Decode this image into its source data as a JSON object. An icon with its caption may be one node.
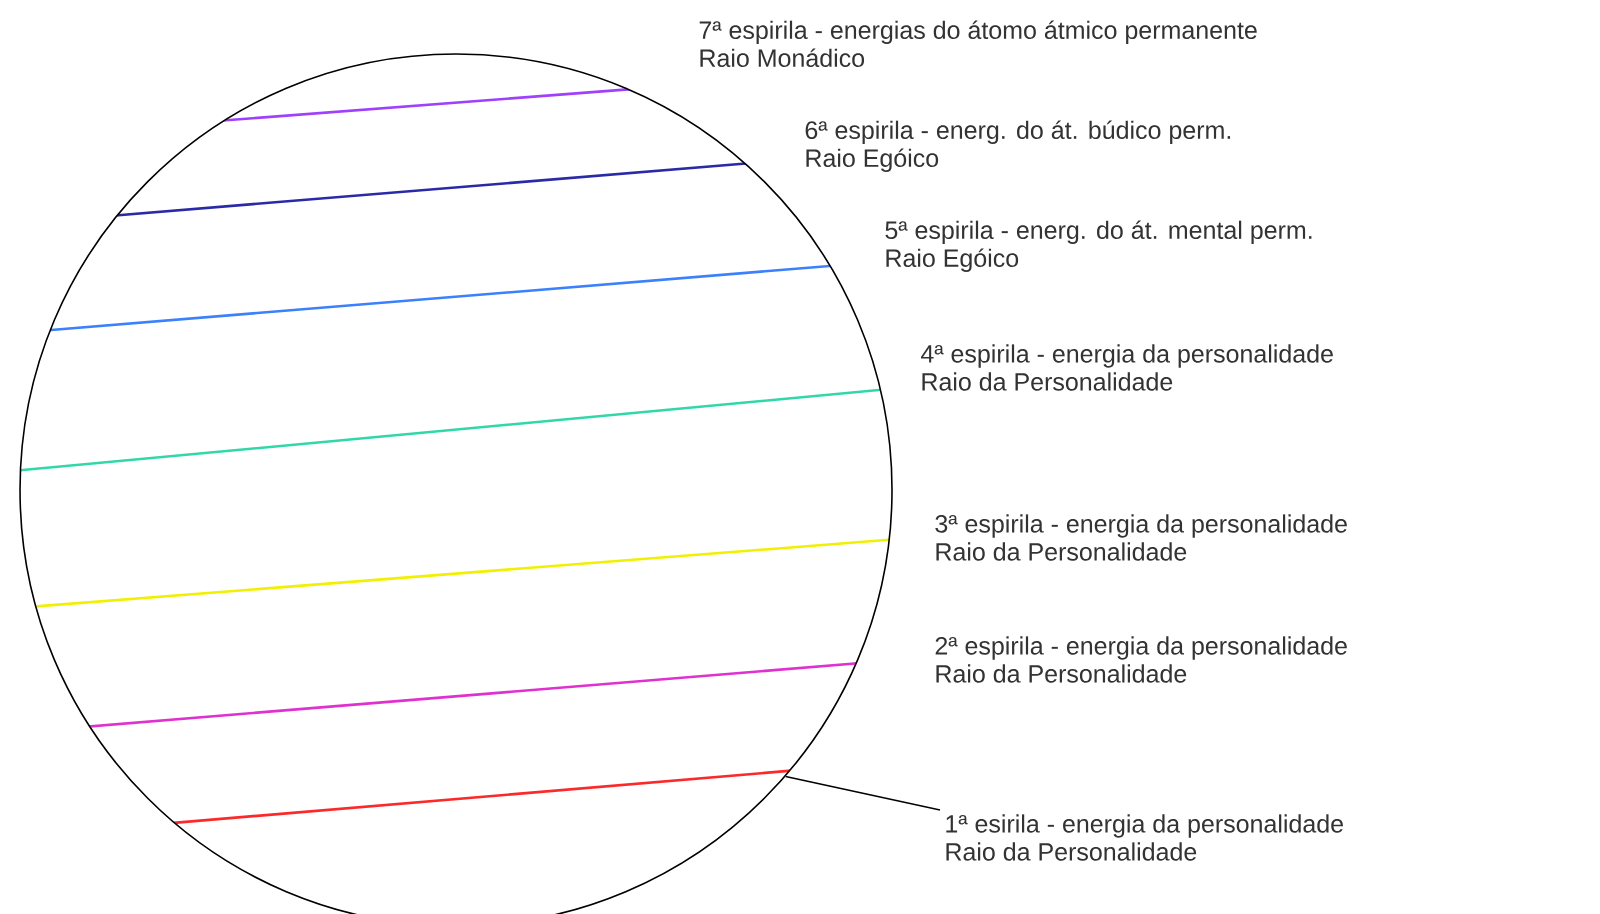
{
  "diagram": {
    "nodes": [
      {
        "text": [],
        "shape": "circle"
      },
      {
        "text": [
          "1ª esirila - energia da personalidade",
          "Raio da Personalidade"
        ]
      }
    ],
    "edges": [
      {
        "from": 1,
        "to": 0,
        "arrow": "none"
      }
    ],
    "labels": [
      "7ª espirila - energias do átomo átmico permanente",
      "Raio Monádico",
      "6ª espirila - energ. do át. búdico perm.",
      "Raio Egóico",
      "5ª espirila - energ. do át. mental perm.",
      "Raio Egóico",
      "4ª espirila - energia da personalidade",
      "Raio da Personalidade",
      "3ª espirila - energia da personalidade",
      "Raio da Personalidade",
      "2ª espirila - energia da personalidade",
      "Raio da Personalidade"
    ]
  }
}
